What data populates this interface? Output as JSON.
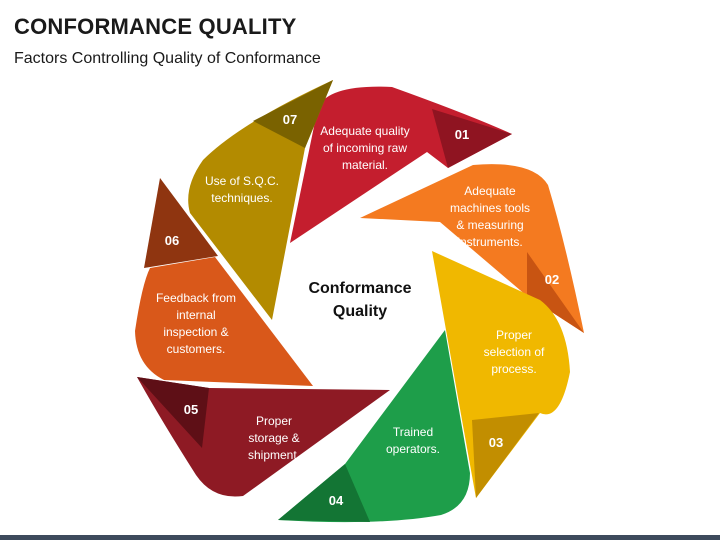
{
  "header": {
    "title": "CONFORMANCE QUALITY",
    "subtitle": "Factors Controlling Quality of Conformance"
  },
  "center": {
    "lines": [
      "Conformance",
      "Quality"
    ]
  },
  "segments": [
    {
      "number": "01",
      "lines": [
        "Adequate quality",
        "of incoming raw",
        "material."
      ],
      "color": "#c41e2e",
      "tab_color": "#8f1421"
    },
    {
      "number": "02",
      "lines": [
        "Adequate",
        "machines tools",
        "& measuring",
        "instruments."
      ],
      "color": "#f47a20",
      "tab_color": "#c85412"
    },
    {
      "number": "03",
      "lines": [
        "Proper",
        "selection of",
        "process."
      ],
      "color": "#f0b800",
      "tab_color": "#c28e00"
    },
    {
      "number": "04",
      "lines": [
        "Trained",
        "operators."
      ],
      "color": "#1e9e4a",
      "tab_color": "#137534"
    },
    {
      "number": "05",
      "lines": [
        "Proper",
        "storage &",
        "shipment."
      ],
      "color": "#8e1a24",
      "tab_color": "#5e0f16"
    },
    {
      "number": "06",
      "lines": [
        "Feedback from",
        "internal",
        "inspection &",
        "customers."
      ],
      "color": "#d9581a",
      "tab_color": "#8f3510"
    },
    {
      "number": "07",
      "lines": [
        "Use of S.Q.C.",
        "techniques."
      ],
      "color": "#b38b00",
      "tab_color": "#7a6200"
    }
  ]
}
